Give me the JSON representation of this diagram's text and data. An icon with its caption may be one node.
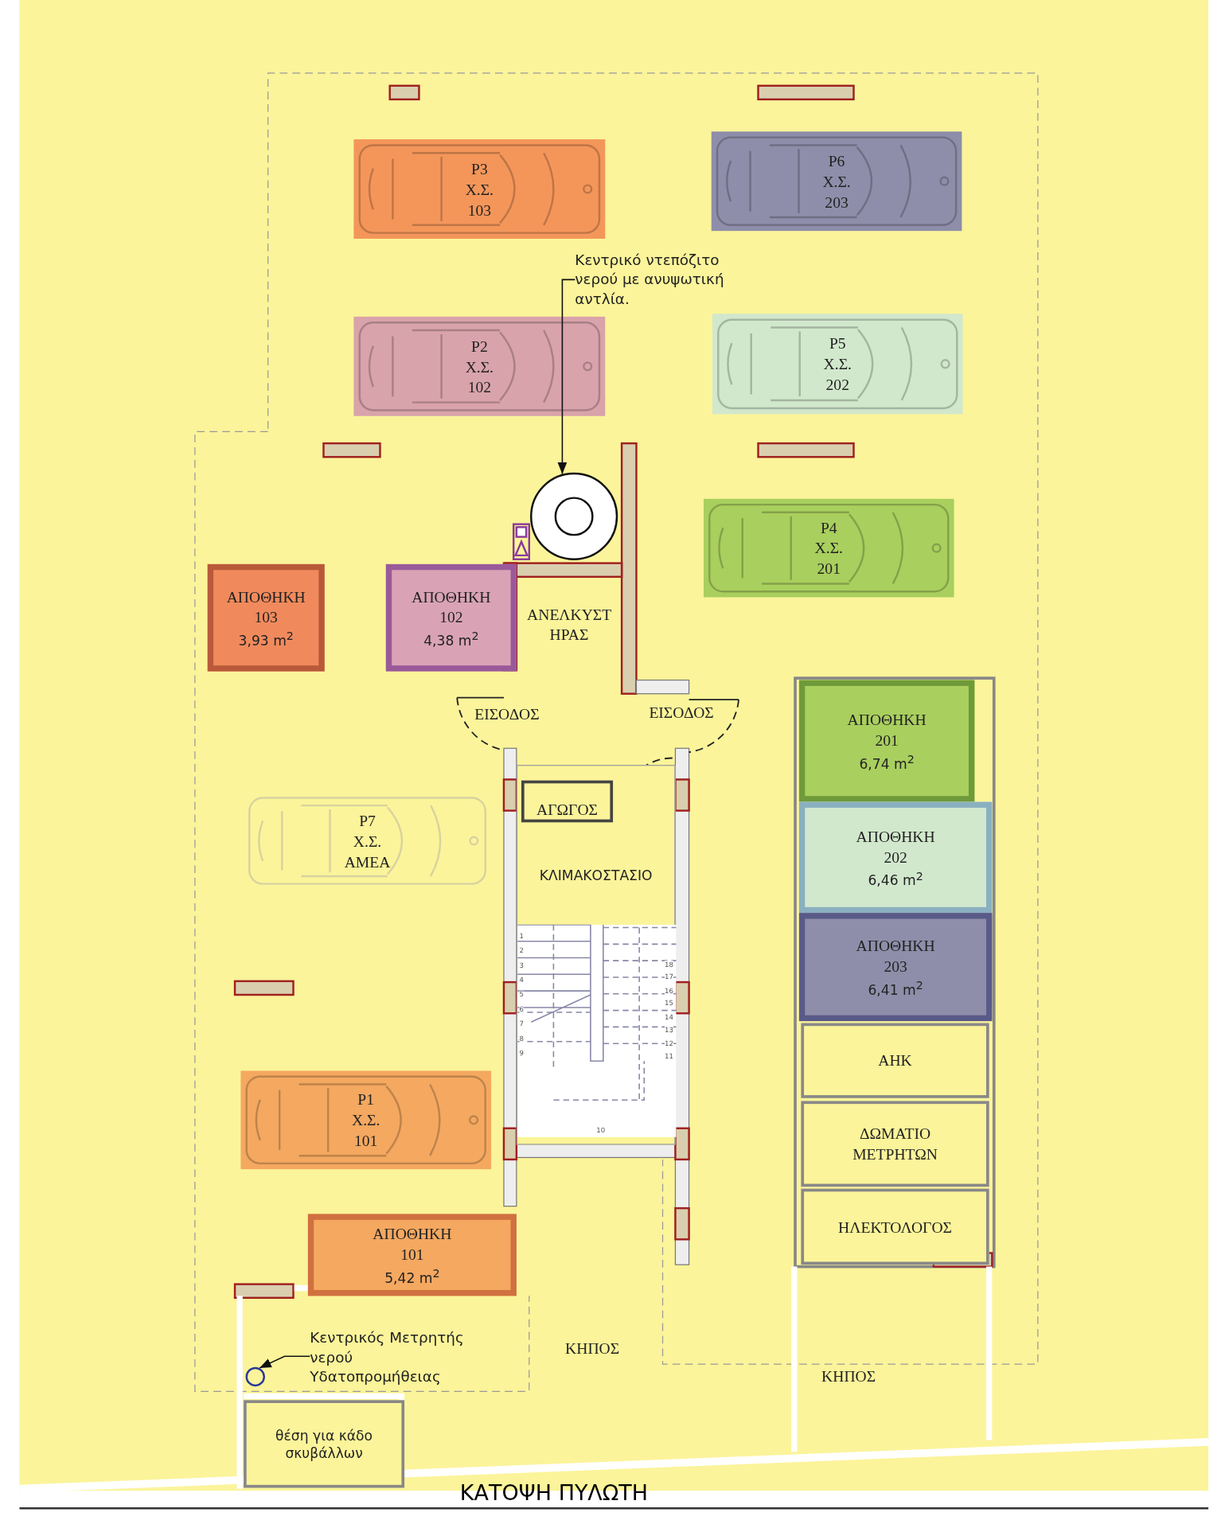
{
  "diagram": {
    "title": "ΚΑΤΟΨΗ ΠΥΛΩΤΗ",
    "nodes": [
      {
        "text": [
          "P3 Χ.Σ. 103"
        ]
      },
      {
        "text": [
          "P6 Χ.Σ. 203"
        ]
      },
      {
        "text": [
          "Κεντρικό ντεπόζιτο νερού με ανυψωτική αντλία."
        ]
      },
      {
        "text": [
          "P2 Χ.Σ. 102"
        ]
      },
      {
        "text": [
          "P5 Χ.Σ. 202"
        ]
      },
      {
        "text": [],
        "shape": "circle"
      },
      {
        "text": [
          "P4 Χ.Σ. 201"
        ]
      },
      {
        "text": [
          "ΑΠΟΘΗΚΗ 103",
          "3,93 m$^{2}$"
        ]
      },
      {
        "text": [
          "ΑΠΟΘΗΚΗ 102",
          "4,38 m$^{2}$"
        ]
      },
      {
        "text": [
          "ΑΝΕΛΚΥΣΤ ΗΡΑΣ"
        ]
      },
      {
        "text": [
          "ΑΠΟΘΗΚΗ 201",
          "6,74 m$^{2}$"
        ]
      },
      {
        "text": [
          "P7 Χ.Σ. ΑΜΕΑ"
        ]
      },
      {
        "text": [
          "ΚΛΙΜΑΚΟΣΤΑΣΙΟ"
        ]
      },
      {
        "text": [
          "ΑΓΩΓΟΣ"
        ],
        "in": 12
      },
      {
        "text": [
          "ΑΠΟΘΗΚΗ 202",
          "6,46 m$^{2}$"
        ]
      },
      {
        "text": [
          "ΑΠΟΘΗΚΗ 203",
          "6,41 m$^{2}$"
        ]
      },
      {
        "text": [
          "ΑΗΚ"
        ]
      },
      {
        "text": [
          "P1 Χ.Σ. 101"
        ]
      },
      {
        "text": [
          "ΔΩΜΑΤΙΟ ΜΕΤΡΗΤΩΝ"
        ]
      },
      {
        "text": [
          "ΗΛΕΚΤΟΛΟΓΟΣ"
        ]
      },
      {
        "text": [
          "ΑΠΟΘΗΚΗ 101",
          "5,42 m$^{2}$"
        ]
      },
      {
        "text": [
          "Κεντρικός Μετρητής νερού Υδατοπρομήθειας"
        ]
      },
      {
        "text": [],
        "shape": "circle"
      },
      {
        "text": [
          "θέση για κάδο σκυβάλλων"
        ]
      }
    ],
    "edges": [
      {
        "from": 2,
        "to": 5,
        "arrow": "to"
      },
      {
        "from": 21,
        "to": 22,
        "arrow": "to"
      }
    ],
    "labels": [
      "ΕΙΣΟΔΟΣ",
      "ΕΙΣΟΔΟΣ",
      "1",
      "2",
      "3",
      "4",
      "5",
      "6",
      "7",
      "8",
      "9",
      "10",
      "11",
      "12",
      "13",
      "14",
      "15",
      "16",
      "17",
      "18",
      "ΚΗΠΟΣ",
      "ΚΗΠΟΣ"
    ]
  }
}
